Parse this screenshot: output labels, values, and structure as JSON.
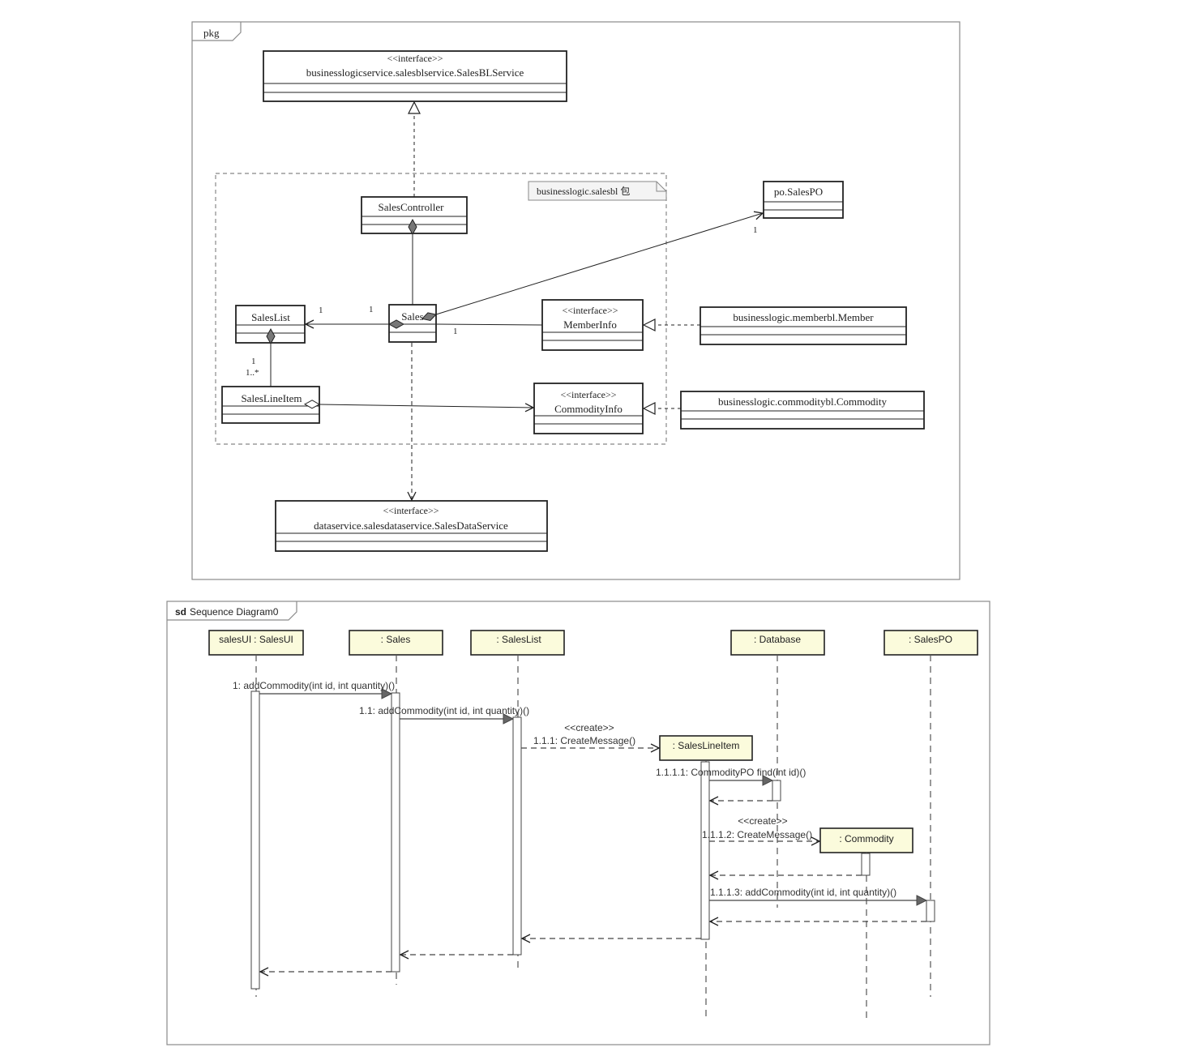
{
  "package_diagram": {
    "frame_label": "pkg",
    "package_note": "businesslogic.salesbl 包",
    "classes": {
      "sales_bl_service": {
        "stereotype": "<<interface>>",
        "name": "businesslogicservice.salesblservice.SalesBLService"
      },
      "sales_controller": {
        "name": "SalesController"
      },
      "sales_po": {
        "name": "po.SalesPO"
      },
      "sales_list": {
        "name": "SalesList"
      },
      "sales": {
        "name": "Sales"
      },
      "member_info": {
        "stereotype": "<<interface>>",
        "name": "MemberInfo"
      },
      "member": {
        "name": "businesslogic.memberbl.Member"
      },
      "sales_line_item": {
        "name": "SalesLineItem"
      },
      "commodity_info": {
        "stereotype": "<<interface>>",
        "name": "CommodityInfo"
      },
      "commodity": {
        "name": "businesslogic.commoditybl.Commodity"
      },
      "sales_data_service": {
        "stereotype": "<<interface>>",
        "name": "dataservice.salesdataservice.SalesDataService"
      }
    },
    "multiplicities": {
      "sales_po_end": "1",
      "sales_list_end": "1",
      "sales_end": "1",
      "member_info_end": "1",
      "sales_list_item_one": "1",
      "sales_line_item_many": "1..*"
    }
  },
  "sequence_diagram": {
    "frame_prefix": "sd",
    "frame_title": "Sequence Diagram0",
    "lifelines": {
      "sales_ui": ": SalesUI",
      "sales_ui_instance": "salesUI",
      "sales": ": Sales",
      "sales_list": ": SalesList",
      "database": ": Database",
      "sales_po": ": SalesPO",
      "sales_line_item": ": SalesLineItem",
      "commodity": ": Commodity"
    },
    "messages": {
      "m1": "1: addCommodity(int id, int quantity)()",
      "m1_1": "1.1: addCommodity(int id, int quantity)()",
      "m1_1_1_stereotype": "<<create>>",
      "m1_1_1": "1.1.1: CreateMessage()",
      "m1_1_1_1": "1.1.1.1: CommodityPO find(int id)()",
      "m1_1_1_2_stereotype": "<<create>>",
      "m1_1_1_2": "1.1.1.2: CreateMessage()",
      "m1_1_1_3": "1.1.1.3: addCommodity(int id, int quantity)()"
    }
  },
  "colors": {
    "line": "#222222",
    "frame": "#8a8a8a",
    "lifeline_fill": "#fbfbdc",
    "class_fill": "#ffffff",
    "note_fill": "#f4f4f4"
  }
}
